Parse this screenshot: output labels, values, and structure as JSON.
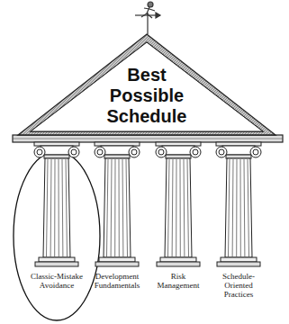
{
  "diagram": {
    "nodes": [
      {
        "text": [
          "Best Possible Schedule"
        ]
      },
      {
        "text": [
          "Classic-Mistake Avoidance"
        ]
      },
      {
        "text": [
          "Development Fundamentals"
        ]
      },
      {
        "text": [
          "Risk Management"
        ]
      },
      {
        "text": [
          "Schedule-Oriented Practices"
        ]
      }
    ]
  }
}
